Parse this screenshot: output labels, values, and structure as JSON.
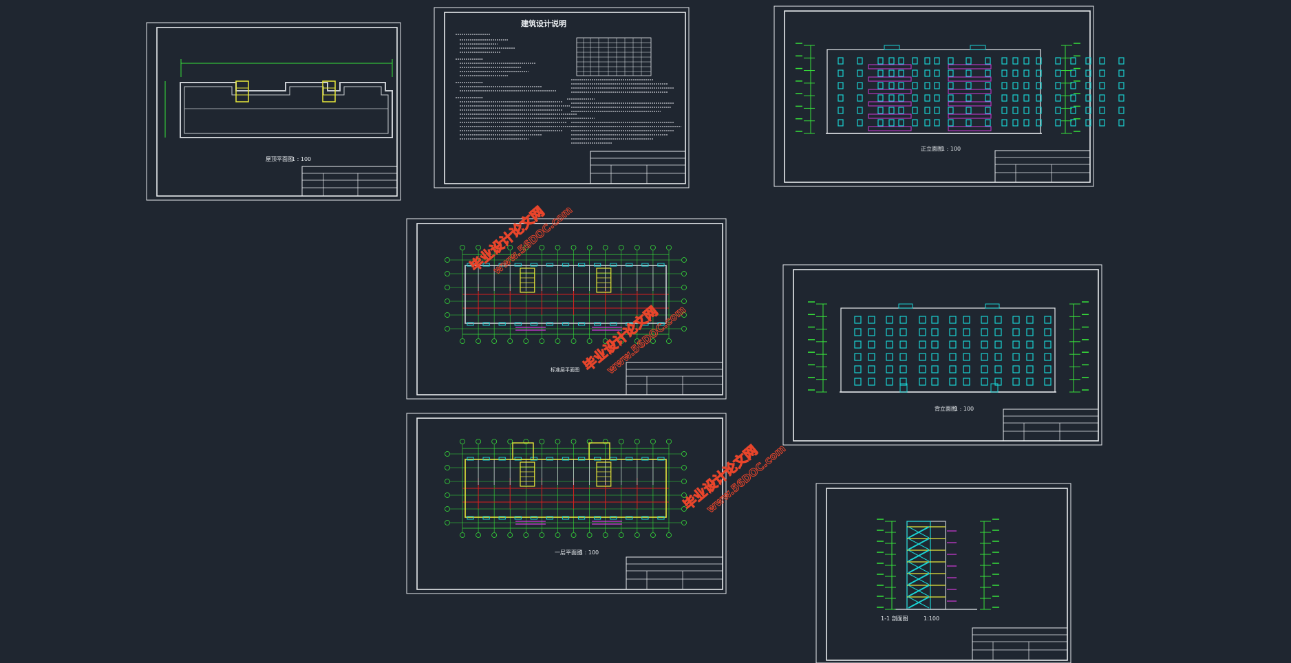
{
  "colors": {
    "background": "#1f2630",
    "frame": "#e8ecef",
    "axis_green": "#37e23a",
    "cyan": "#19d3d3",
    "red": "#d81e1e",
    "magenta": "#d23adc",
    "yellow": "#e8e83a",
    "watermark": "#e8452b",
    "grey_text": "#c9cdd2"
  },
  "sheets": {
    "roof_plan": {
      "caption": "屋顶平面图",
      "scale": "1 : 100"
    },
    "design_notes": {
      "title": "建筑设计说明"
    },
    "front_elevation": {
      "caption": "正立面图",
      "scale": "1 : 100"
    },
    "standard_plan": {
      "caption": "标准层平面图"
    },
    "back_elevation": {
      "caption": "背立面图",
      "scale": "1 : 100"
    },
    "ground_plan": {
      "caption": "一层平面图",
      "scale": "1 : 100"
    },
    "section": {
      "caption": "1-1 剖面图",
      "scale": "1:100"
    }
  },
  "watermark": {
    "brand": "毕业设计论文网",
    "url": "www.56DOC.com"
  }
}
